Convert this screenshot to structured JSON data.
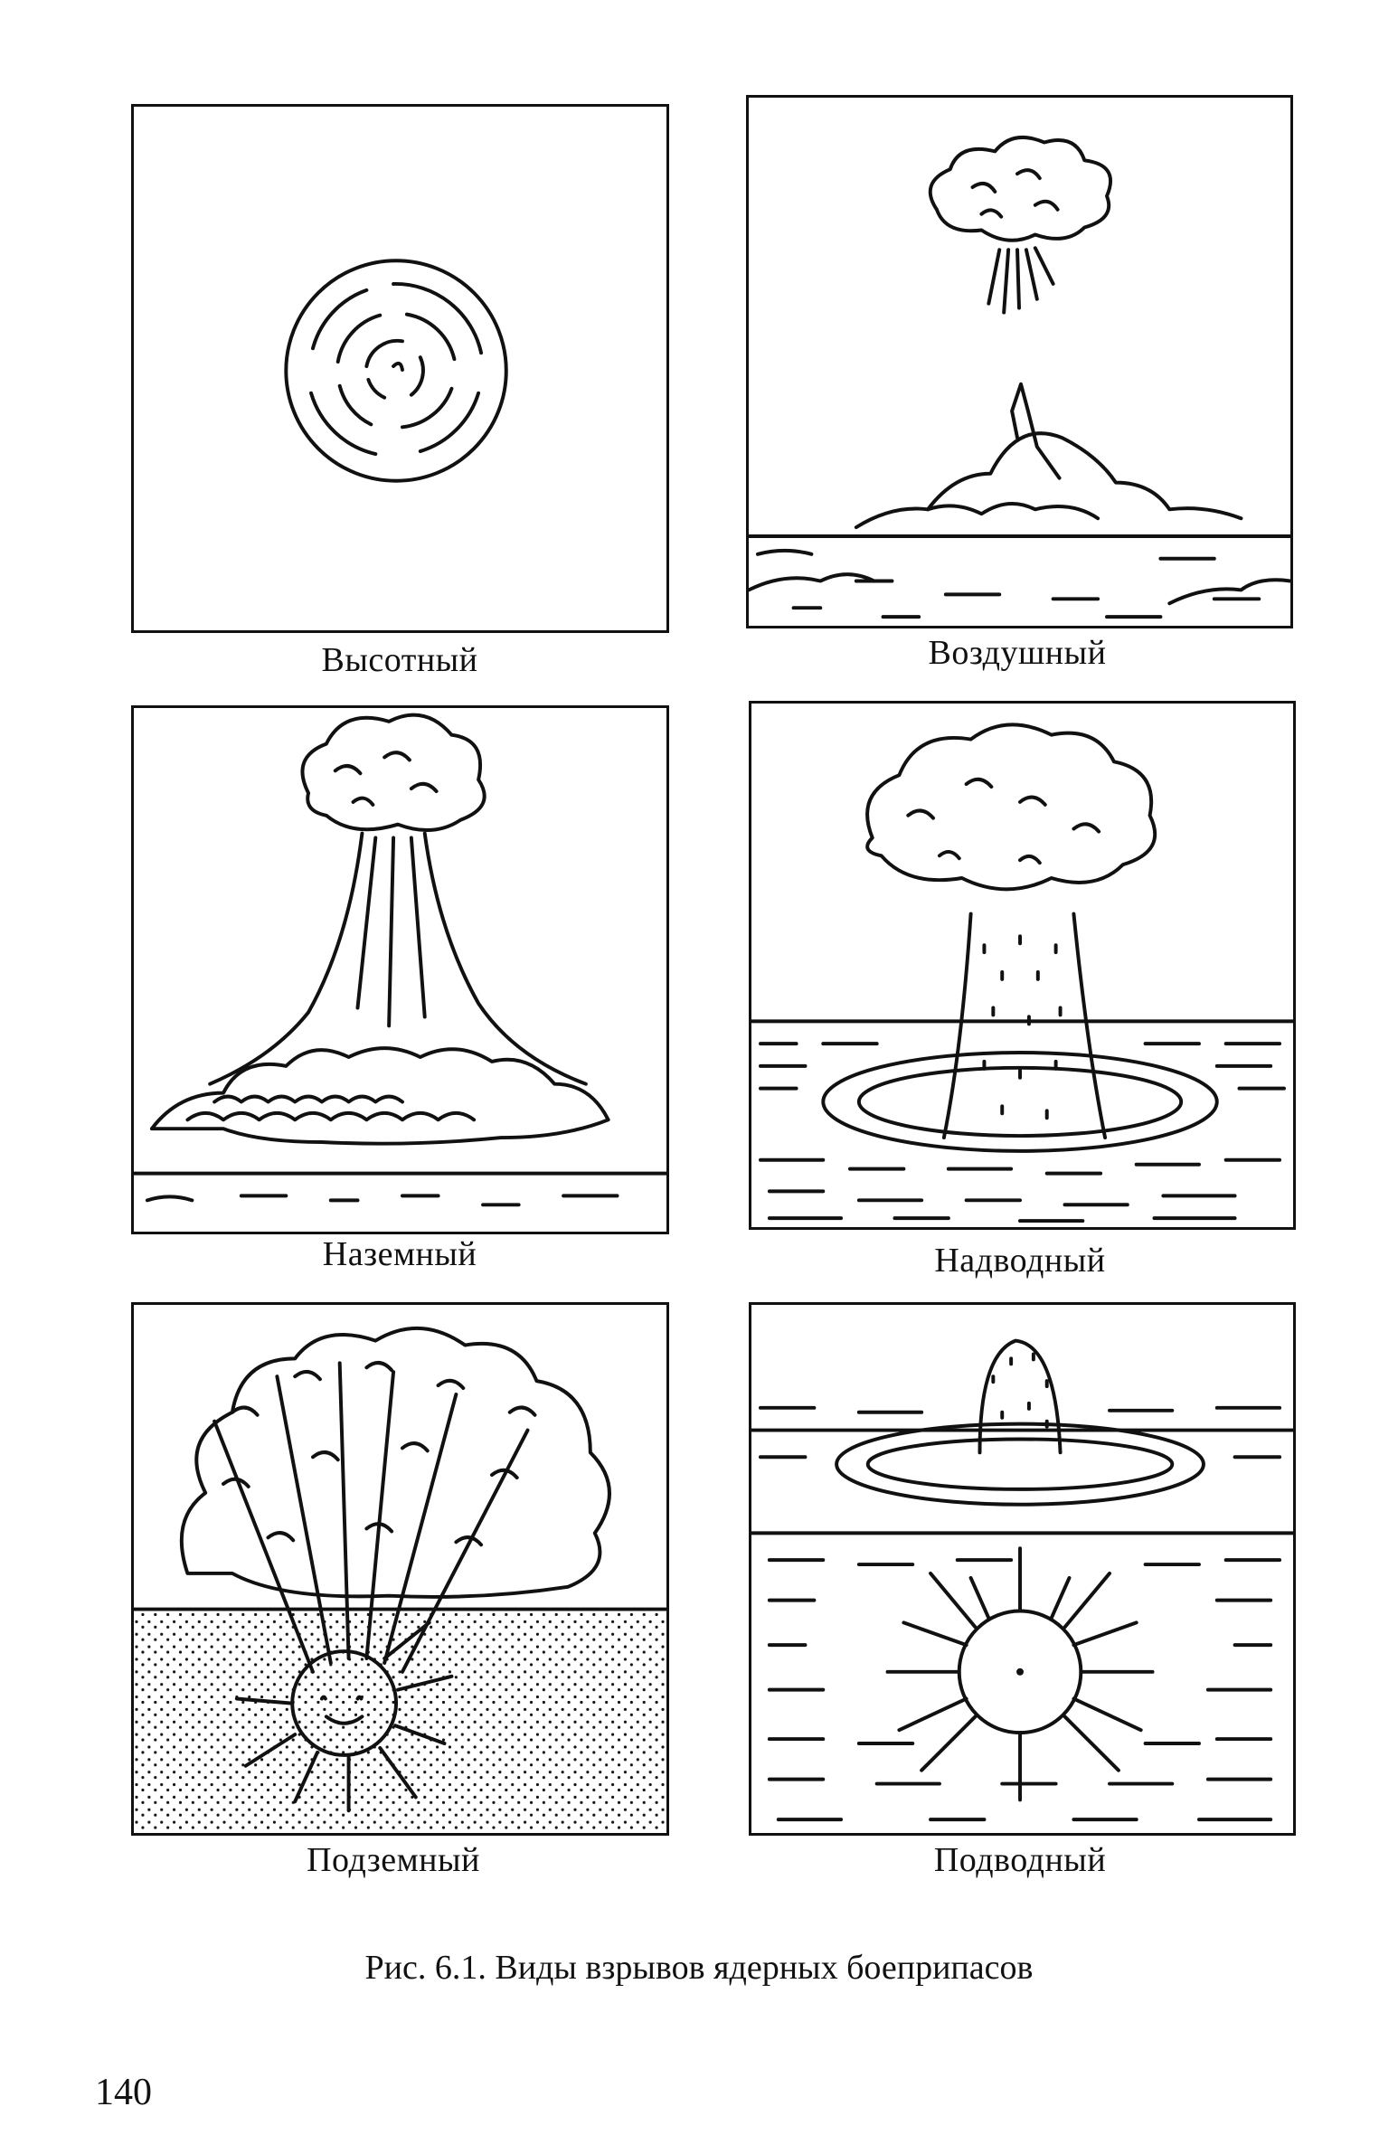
{
  "figure": {
    "panels": [
      {
        "id": "high-altitude",
        "caption": "Высотный"
      },
      {
        "id": "air",
        "caption": "Воздушный"
      },
      {
        "id": "ground",
        "caption": "Наземный"
      },
      {
        "id": "surface-water",
        "caption": "Надводный"
      },
      {
        "id": "underground",
        "caption": "Подземный"
      },
      {
        "id": "underwater",
        "caption": "Подводный"
      }
    ],
    "caption": "Рис. 6.1. Виды взрывов ядерных боеприпасов"
  },
  "page": {
    "number": "140"
  }
}
